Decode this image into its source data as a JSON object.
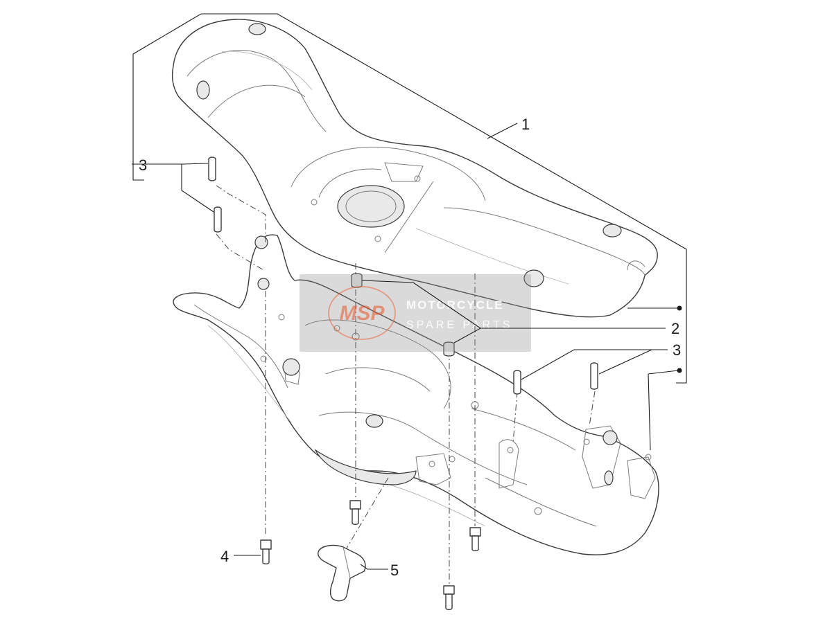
{
  "callouts": [
    {
      "id": "1",
      "label": "1"
    },
    {
      "id": "2",
      "label": "2"
    },
    {
      "id": "3a",
      "label": "3"
    },
    {
      "id": "3b",
      "label": "3"
    },
    {
      "id": "4",
      "label": "4"
    },
    {
      "id": "5",
      "label": "5"
    }
  ],
  "watermark": {
    "logo": "MSP",
    "line1": "MOTORCYCLE",
    "line2": "SPARE PARTS",
    "logo_color": "#e9572a"
  },
  "icons": [
    "handlebar-top-cover-icon",
    "handlebar-bottom-cover-icon",
    "pin-icon",
    "bushing-icon",
    "screw-icon",
    "clip-icon"
  ]
}
